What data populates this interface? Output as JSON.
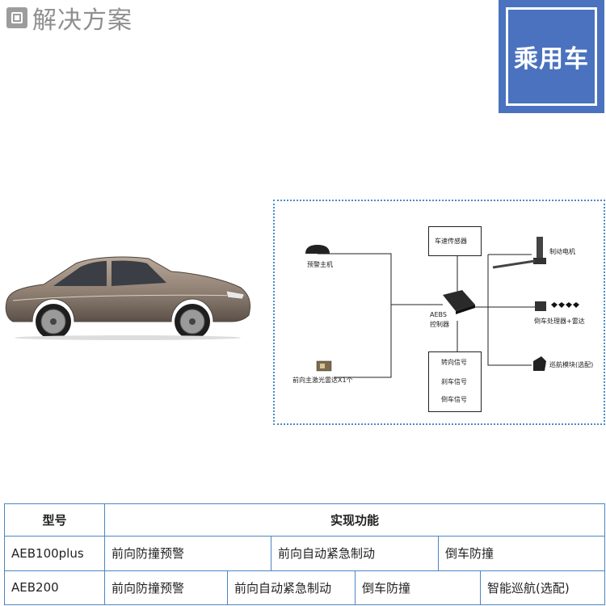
{
  "header": {
    "icon": "menu-square-icon",
    "title": "解决方案"
  },
  "badge": {
    "text": "乘用车",
    "color": "#4a72be"
  },
  "diagram": {
    "nodes": {
      "warning_host": "预警主机",
      "lidar": "前向主激光雷达X1个",
      "speed_sensor": "车速传感器",
      "controller_line1": "AEBS",
      "controller_line2": "控制器",
      "signals": [
        "转向信号",
        "刹车信号",
        "倒车信号"
      ],
      "brake_motor": "制动电机",
      "reverse_radar": "倒车处理器+雷达",
      "cruise_module": "巡航模块(选配)"
    },
    "frame_color": "#4a8cc8"
  },
  "table": {
    "header": {
      "model": "型号",
      "function": "实现功能"
    },
    "rows": [
      {
        "model": "AEB100plus",
        "functions": [
          "前向防撞预警",
          "前向自动紧急制动",
          "倒车防撞"
        ]
      },
      {
        "model": "AEB200",
        "functions": [
          "前向防撞预警",
          "前向自动紧急制动",
          "倒车防撞",
          "智能巡航(选配)"
        ]
      }
    ],
    "border_color": "#4b86c4"
  }
}
